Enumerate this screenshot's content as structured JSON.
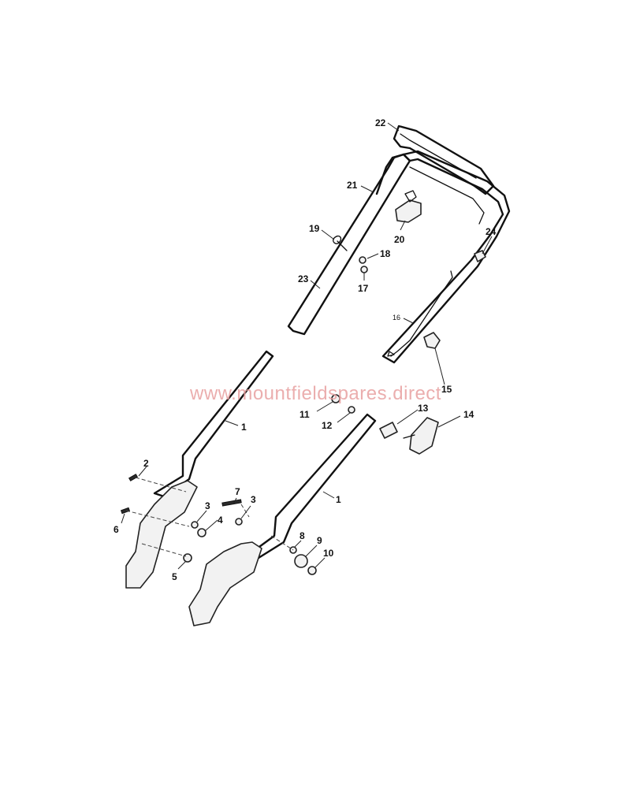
{
  "watermark": "www.mountfieldspares.direct",
  "colors": {
    "line": "#111111",
    "watermark": "#e8a0a0",
    "background": "#ffffff"
  },
  "callouts": {
    "c1a": "1",
    "c1b": "1",
    "c2": "2",
    "c3a": "3",
    "c3b": "3",
    "c4": "4",
    "c5": "5",
    "c6": "6",
    "c7": "7",
    "c8": "8",
    "c9": "9",
    "c10": "10",
    "c11": "11",
    "c12": "12",
    "c13": "13",
    "c14": "14",
    "c15": "15",
    "c16": "16",
    "c17": "17",
    "c18": "18",
    "c19": "19",
    "c20": "20",
    "c21": "21",
    "c22": "22",
    "c23": "23",
    "c24": "24"
  }
}
